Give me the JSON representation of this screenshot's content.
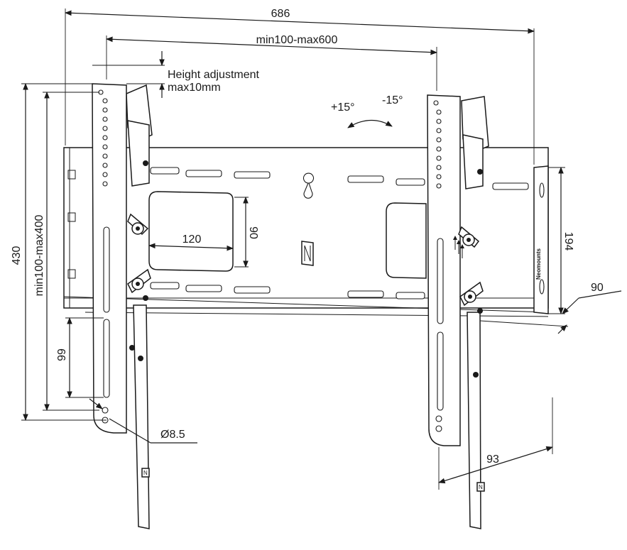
{
  "dimensions": {
    "overall_width": "686",
    "vesa_horizontal": "min100-max600",
    "height_adjustment_line1": "Height adjustment",
    "height_adjustment_line2": "max10mm",
    "tilt_up": "+15°",
    "tilt_down": "-15°",
    "overall_height": "430",
    "vesa_vertical": "min100-max400",
    "cutout_width": "120",
    "cutout_height": "90",
    "plate_height": "194",
    "wall_distance": "90",
    "arm_spacing": "99",
    "hole_diameter": "Ø8.5",
    "depth": "93"
  },
  "branding": {
    "logo_letter": "N",
    "plate_brand": "Neomounts"
  },
  "colors": {
    "line": "#1a1a1a",
    "background": "#ffffff"
  }
}
